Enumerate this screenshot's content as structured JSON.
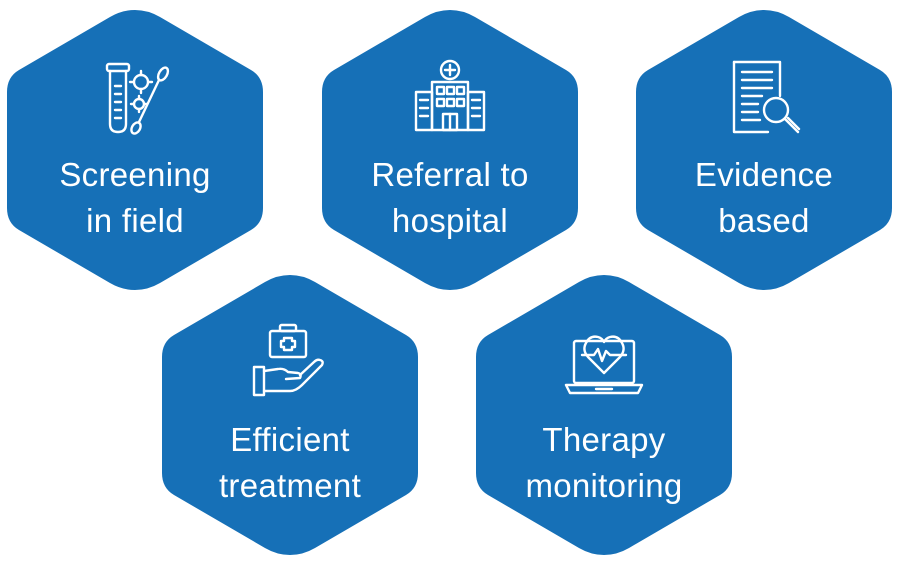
{
  "colors": {
    "hexagon_fill": "#1670b7",
    "icon_stroke": "#ffffff",
    "text": "#ffffff"
  },
  "items": [
    {
      "line1": "Screening",
      "line2": "in field",
      "icon": "test-tube-swab-icon"
    },
    {
      "line1": "Referral to",
      "line2": "hospital",
      "icon": "hospital-building-icon"
    },
    {
      "line1": "Evidence",
      "line2": "based",
      "icon": "document-magnifier-icon"
    },
    {
      "line1": "Efficient",
      "line2": "treatment",
      "icon": "hand-medical-kit-icon"
    },
    {
      "line1": "Therapy",
      "line2": "monitoring",
      "icon": "laptop-heart-icon"
    }
  ]
}
